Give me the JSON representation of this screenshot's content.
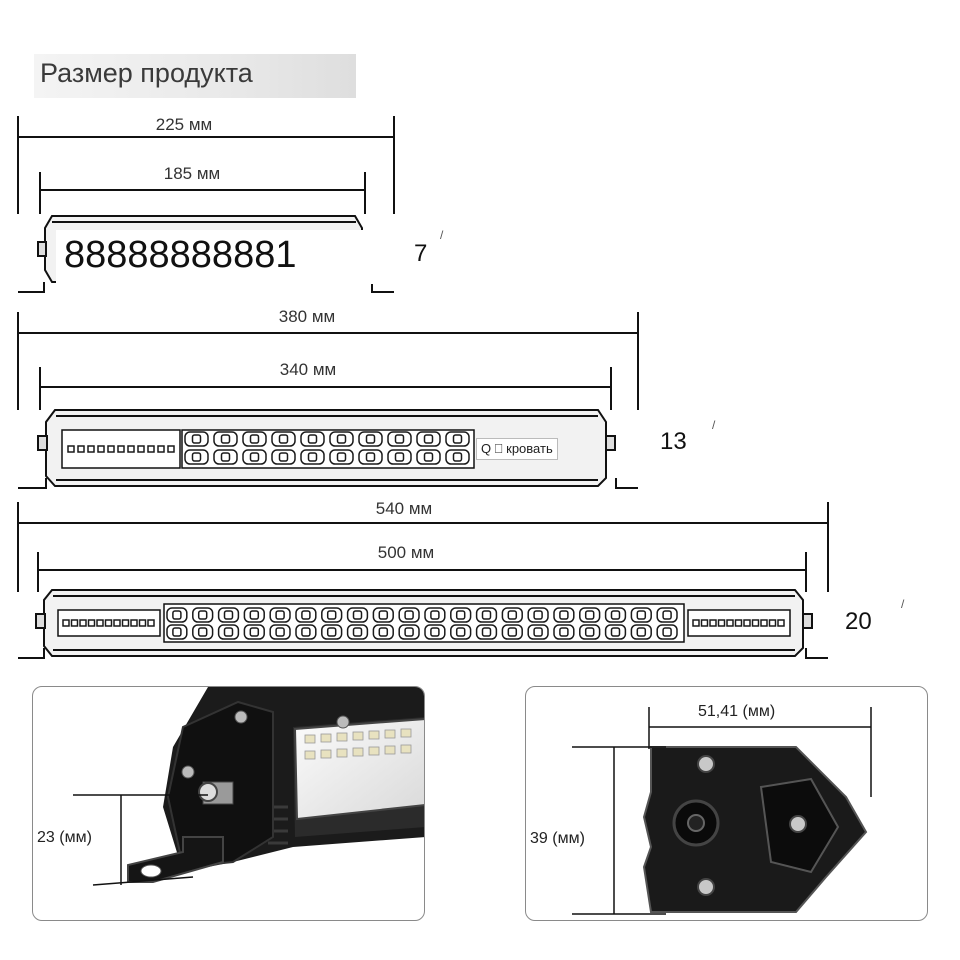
{
  "title": "Размер продукта",
  "bars": [
    {
      "outer_label": "225 мм",
      "inner_label": "185 мм",
      "side_label": "7",
      "code_text": "88888888881",
      "led_columns": 0,
      "small_leds": 0
    },
    {
      "outer_label": "380 мм",
      "inner_label": "340 мм",
      "side_label": "13",
      "badge_text": "Q ⎕ кровать",
      "led_columns": 10,
      "small_leds": 11
    },
    {
      "outer_label": "540 мм",
      "inner_label": "500 мм",
      "side_label": "20",
      "led_columns": 20,
      "small_leds": 11
    }
  ],
  "slash_mark": "/",
  "detail_left": {
    "label": "23 (мм)"
  },
  "detail_right": {
    "width_label": "51,41 (мм)",
    "height_label": "39 (мм)"
  },
  "colors": {
    "line": "#111111",
    "bar_body": "#f2f2f2",
    "led": "#1a1a1a",
    "panel_border": "#8a8a8a"
  }
}
